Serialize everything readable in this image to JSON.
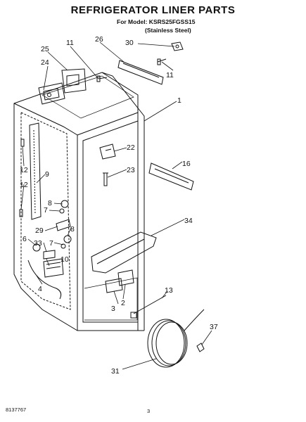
{
  "header": {
    "title": "REFRIGERATOR LINER PARTS",
    "model_line": "For Model: KSRS25FGSS15",
    "variant": "(Stainless Steel)"
  },
  "footer": {
    "doc_number": "8137767",
    "page_number": "3"
  },
  "callouts": [
    {
      "id": "c-25",
      "text": "25"
    },
    {
      "id": "c-11a",
      "text": "11"
    },
    {
      "id": "c-26",
      "text": "26"
    },
    {
      "id": "c-30",
      "text": "30"
    },
    {
      "id": "c-24",
      "text": "24"
    },
    {
      "id": "c-11b",
      "text": "11"
    },
    {
      "id": "c-1",
      "text": "1"
    },
    {
      "id": "c-22",
      "text": "22"
    },
    {
      "id": "c-16",
      "text": "16"
    },
    {
      "id": "c-23",
      "text": "23"
    },
    {
      "id": "c-12a",
      "text": "12"
    },
    {
      "id": "c-9",
      "text": "9"
    },
    {
      "id": "c-12b",
      "text": "12"
    },
    {
      "id": "c-8a",
      "text": "8"
    },
    {
      "id": "c-7a",
      "text": "7"
    },
    {
      "id": "c-34",
      "text": "34"
    },
    {
      "id": "c-29",
      "text": "29"
    },
    {
      "id": "c-8b",
      "text": "8"
    },
    {
      "id": "c-6",
      "text": "6"
    },
    {
      "id": "c-7b",
      "text": "7"
    },
    {
      "id": "c-33",
      "text": "33"
    },
    {
      "id": "c-10",
      "text": "10"
    },
    {
      "id": "c-4",
      "text": "4"
    },
    {
      "id": "c-13",
      "text": "13"
    },
    {
      "id": "c-3",
      "text": "3"
    },
    {
      "id": "c-2",
      "text": "2"
    },
    {
      "id": "c-37",
      "text": "37"
    },
    {
      "id": "c-31",
      "text": "31"
    }
  ]
}
